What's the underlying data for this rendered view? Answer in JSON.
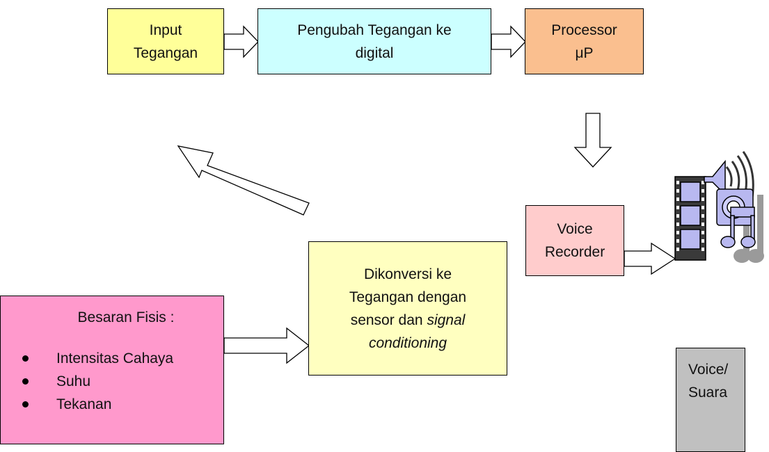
{
  "diagram": {
    "input_box": {
      "line1": "Input",
      "line2": "Tegangan",
      "color": "#ffff99"
    },
    "adc_box": {
      "line1": "Pengubah Tegangan ke",
      "line2": "digital",
      "color": "#ccffff"
    },
    "processor_box": {
      "line1": "Processor",
      "line2": "μP",
      "color": "#fabf8f"
    },
    "voice_recorder_box": {
      "line1": "Voice",
      "line2": "Recorder",
      "color": "#ffcccc"
    },
    "convert_box": {
      "line1": "Dikonversi ke",
      "line2": "Tegangan dengan",
      "line3_plain": "sensor dan ",
      "line3_italic": "signal",
      "line4_italic": "conditioning",
      "color": "#ffffc0"
    },
    "physical_box": {
      "heading": "Besaran Fisis :",
      "items": [
        "Intensitas Cahaya",
        "Suhu",
        "Tekanan"
      ],
      "color": "#ff99cc"
    },
    "voice_box": {
      "line1": "Voice/",
      "line2": "Suara",
      "color": "#c0c0c0"
    },
    "media_icon": "media-clipart-icon"
  }
}
